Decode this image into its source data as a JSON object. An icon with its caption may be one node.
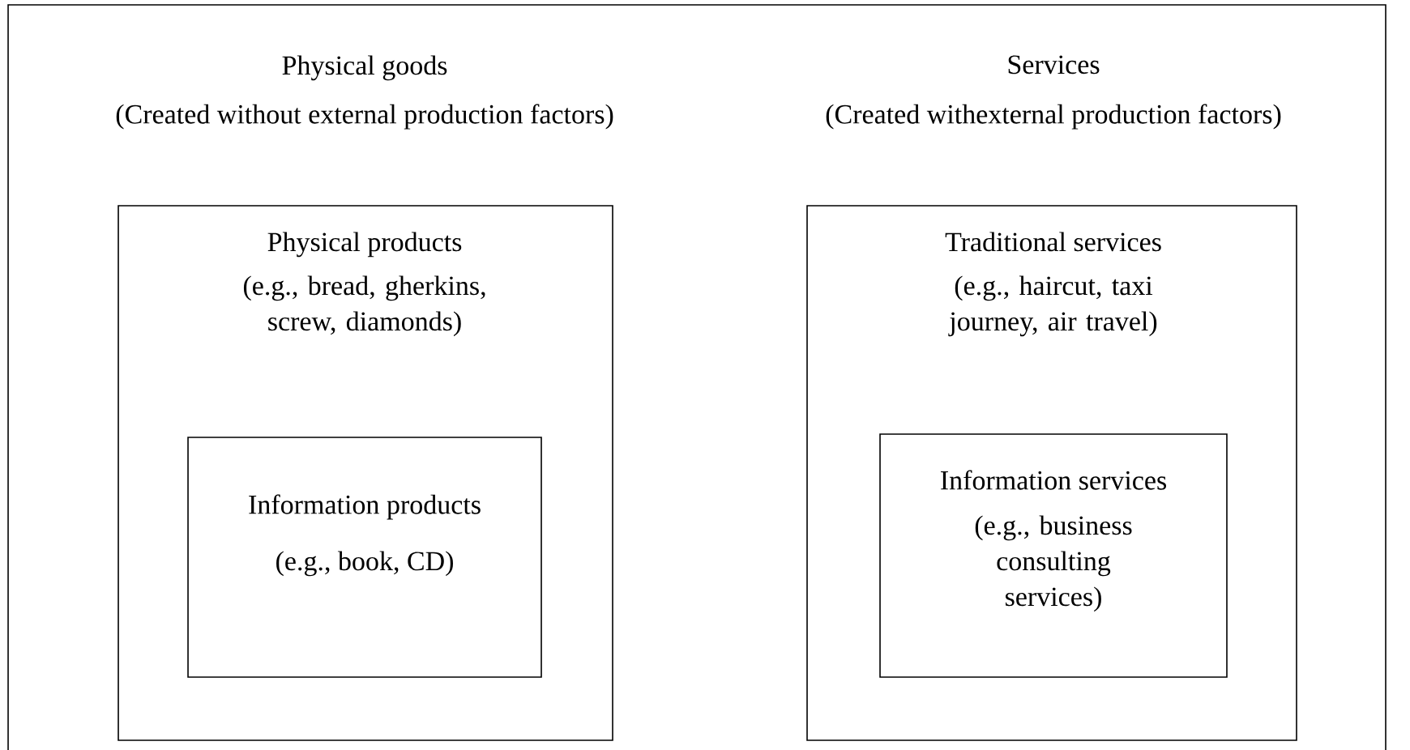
{
  "diagram": {
    "nodes": [
      {
        "text": [],
        "shape": "box"
      },
      {
        "text": [
          "Physical goods",
          "(Created without external production factors)",
          "Physical products",
          "(e.g., bread, gherkins, screw, diamonds)"
        ],
        "in": 0
      },
      {
        "text": [
          "Information products",
          "(e.g., book, CD)"
        ],
        "in": 1
      },
      {
        "text": [
          "Services",
          "(Created withexternal production factors)",
          "Traditional services",
          "(e.g., haircut, taxi journey, air travel)"
        ],
        "in": 0
      },
      {
        "text": [
          "Information services",
          "(e.g., business consulting services)"
        ],
        "in": 3
      }
    ]
  }
}
